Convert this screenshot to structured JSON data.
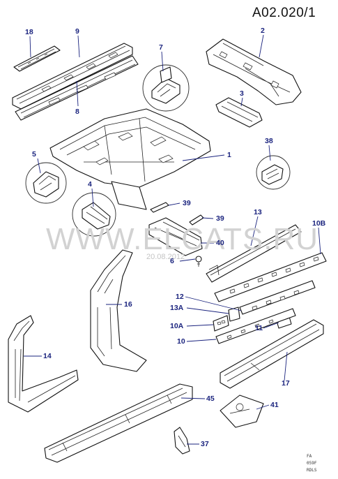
{
  "diagram_code": "A02.020/1",
  "watermark": {
    "text": "WWW.ELCATS.RU",
    "date": "20.08.2012"
  },
  "corner_marks": [
    "FA",
    "059F",
    "RDLS"
  ],
  "part_numbers": {
    "p18": "18",
    "p9": "9",
    "p8": "8",
    "p2": "2",
    "p7": "7",
    "p3": "3",
    "p38": "38",
    "p5": "5",
    "p1": "1",
    "p4": "4",
    "p39": "39",
    "p39b": "39",
    "p13": "13",
    "p10b": "10B",
    "p40": "40",
    "p6": "6",
    "p16": "16",
    "p12": "12",
    "p13a": "13A",
    "p10a": "10A",
    "p11": "11",
    "p10": "10",
    "p14": "14",
    "p17": "17",
    "p45": "45",
    "p41": "41",
    "p37": "37"
  }
}
